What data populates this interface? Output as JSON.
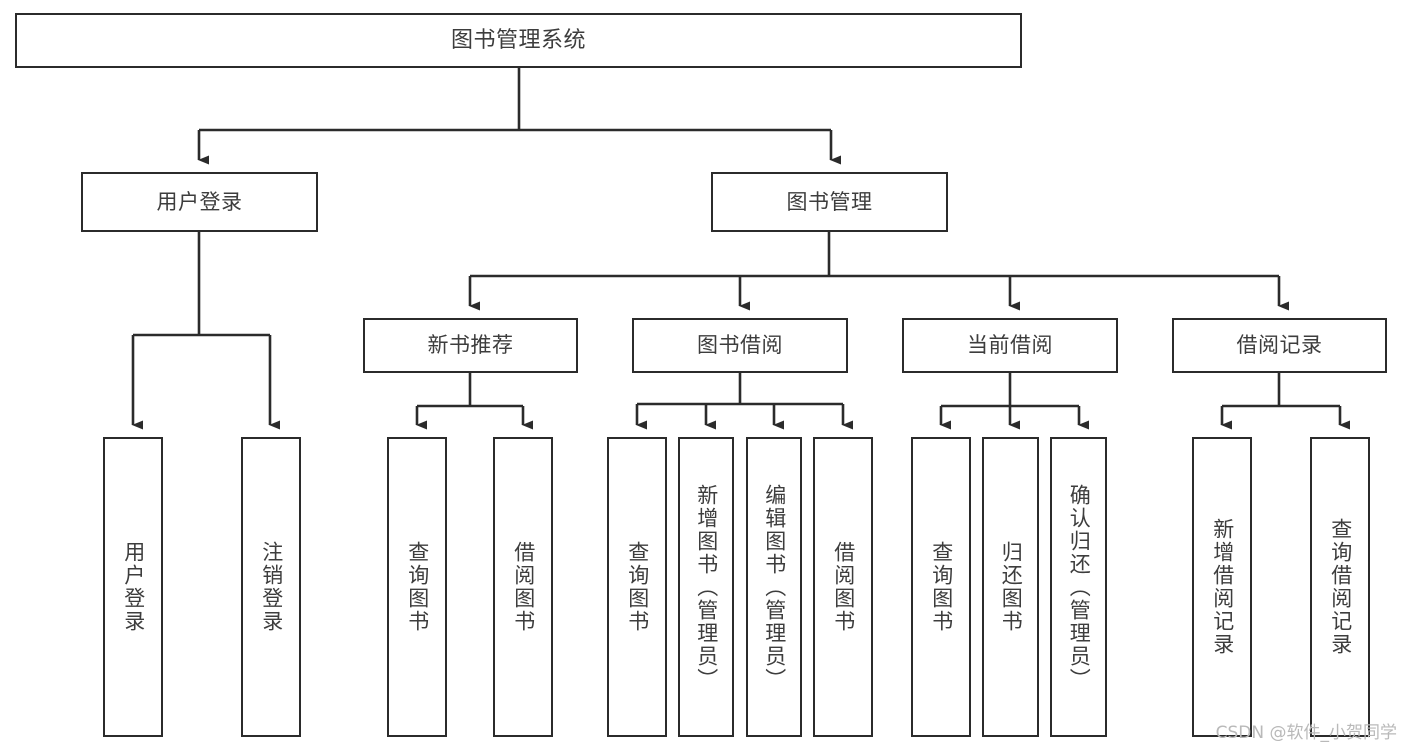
{
  "diagram": {
    "title": "图书管理系统",
    "type": "tree-hierarchy",
    "root": {
      "label": "图书管理系统"
    },
    "level2": [
      {
        "label": "用户登录"
      },
      {
        "label": "图书管理"
      }
    ],
    "level3": [
      {
        "label": "新书推荐"
      },
      {
        "label": "图书借阅"
      },
      {
        "label": "当前借阅"
      },
      {
        "label": "借阅记录"
      }
    ],
    "leaves": {
      "user_login": [
        {
          "label": "用户登录"
        },
        {
          "label": "注销登录"
        }
      ],
      "new_book_recommend": [
        {
          "label": "查询图书"
        },
        {
          "label": "借阅图书"
        }
      ],
      "book_borrow": [
        {
          "label": "查询图书"
        },
        {
          "label": "新增图书（管理员）"
        },
        {
          "label": "编辑图书（管理员）"
        },
        {
          "label": "借阅图书"
        }
      ],
      "current_borrow": [
        {
          "label": "查询图书"
        },
        {
          "label": "归还图书"
        },
        {
          "label": "确认归还（管理员）"
        }
      ],
      "borrow_record": [
        {
          "label": "新增借阅记录"
        },
        {
          "label": "查询借阅记录"
        }
      ]
    }
  },
  "watermark": {
    "text": "CSDN @软件_小贺同学"
  },
  "colors": {
    "stroke": "#2b2b2b",
    "text": "#3d3d3d",
    "background": "#ffffff",
    "watermark": "#b9b9b9"
  }
}
